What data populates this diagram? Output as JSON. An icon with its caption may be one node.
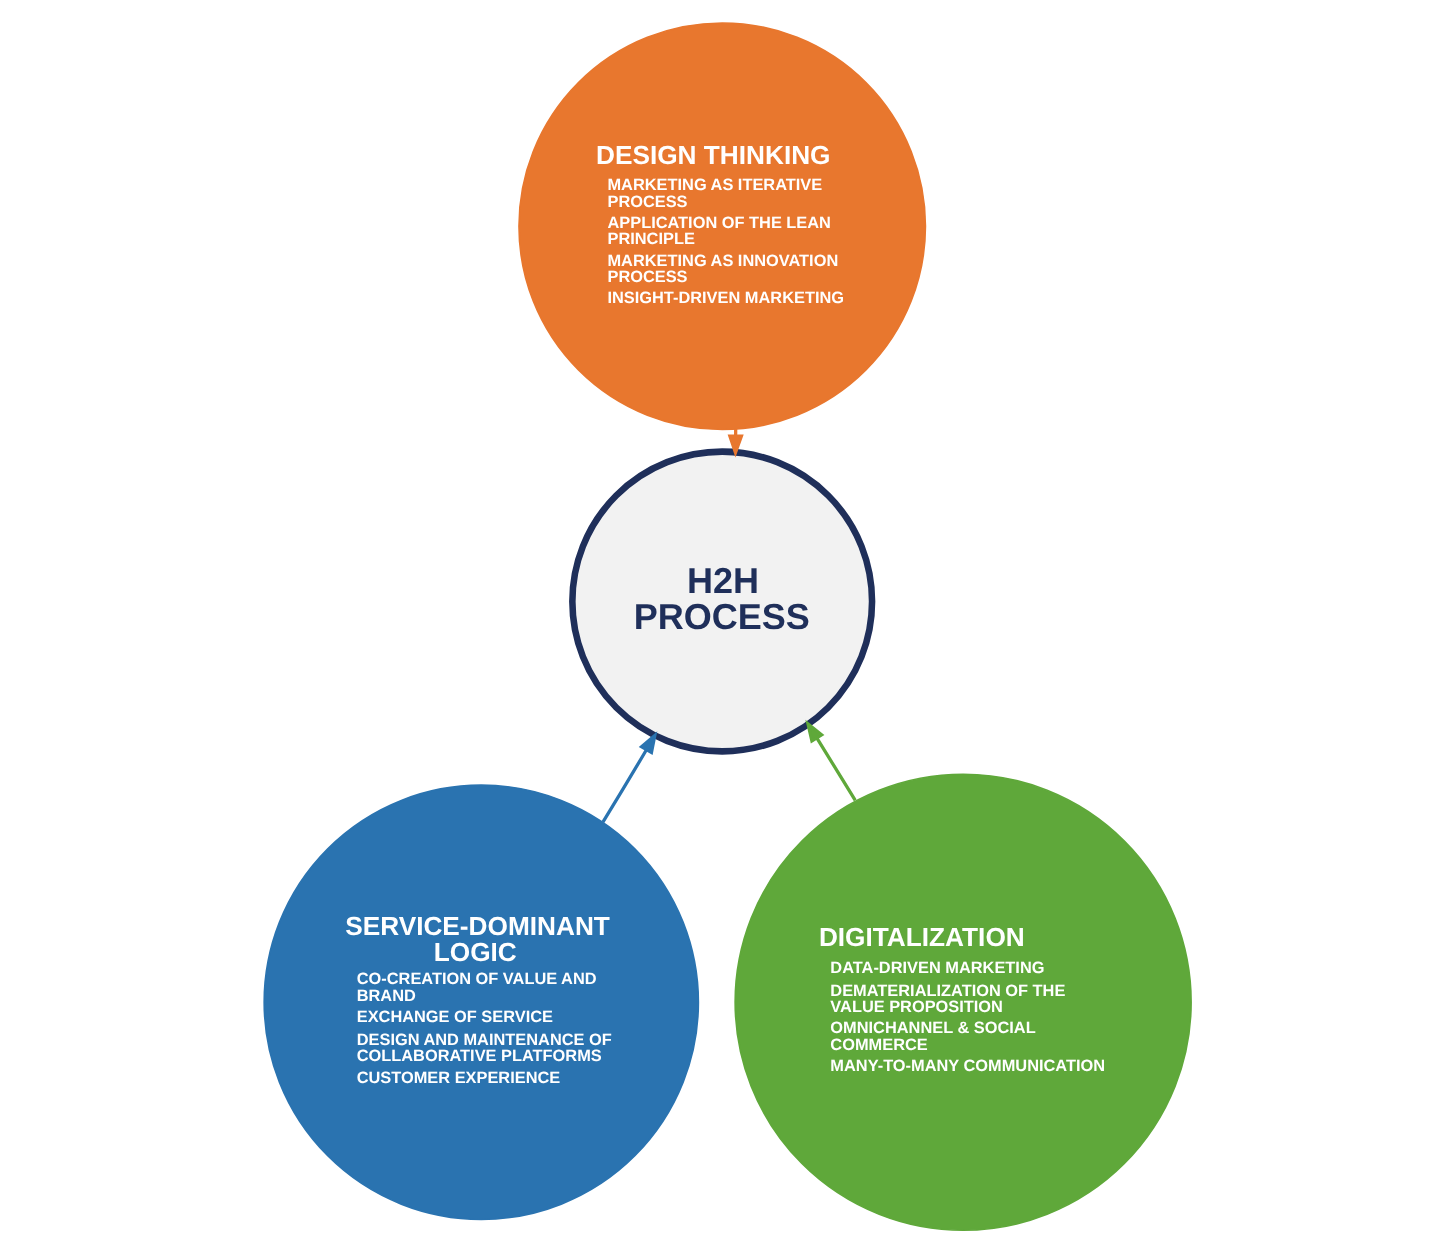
{
  "diagram": {
    "nodes": [
      {
        "text": [
          "H2H PROCESS"
        ]
      },
      {
        "text": [
          "DESIGN THINKING",
          "MARKETING AS ITERATIVE PROCESS",
          "APPLICATION OF THE LEAN PRINCIPLE",
          "MARKETING AS INNOVATION PROCESS",
          "INSIGHT-DRIVEN MARKETING"
        ]
      },
      {
        "text": [
          "SERVICE-DOMINANT LOGIC",
          "CO-CREATION OF VALUE AND BRAND",
          "EXCHANGE OF SERVICE",
          "DESIGN AND MAINTENANCE OF COLLABORATIVE PLATFORMS",
          "CUSTOMER EXPERIENCE"
        ]
      },
      {
        "text": [
          "DIGITALIZATION",
          "DATA-DRIVEN MARKETING",
          "DEMATERIALIZATION OF THE VALUE PROPOSITION",
          "OMNICHANNEL & SOCIAL COMMERCE",
          "MANY-TO-MANY COMMUNICATION"
        ]
      }
    ],
    "edges": [
      {
        "from": 1,
        "to": 0,
        "arrow": "to",
        "color": "#e8772e"
      },
      {
        "from": 2,
        "to": 0,
        "arrow": "to",
        "color": "#2a73b0"
      },
      {
        "from": 3,
        "to": 0,
        "arrow": "to",
        "color": "#5fa83a"
      }
    ]
  }
}
